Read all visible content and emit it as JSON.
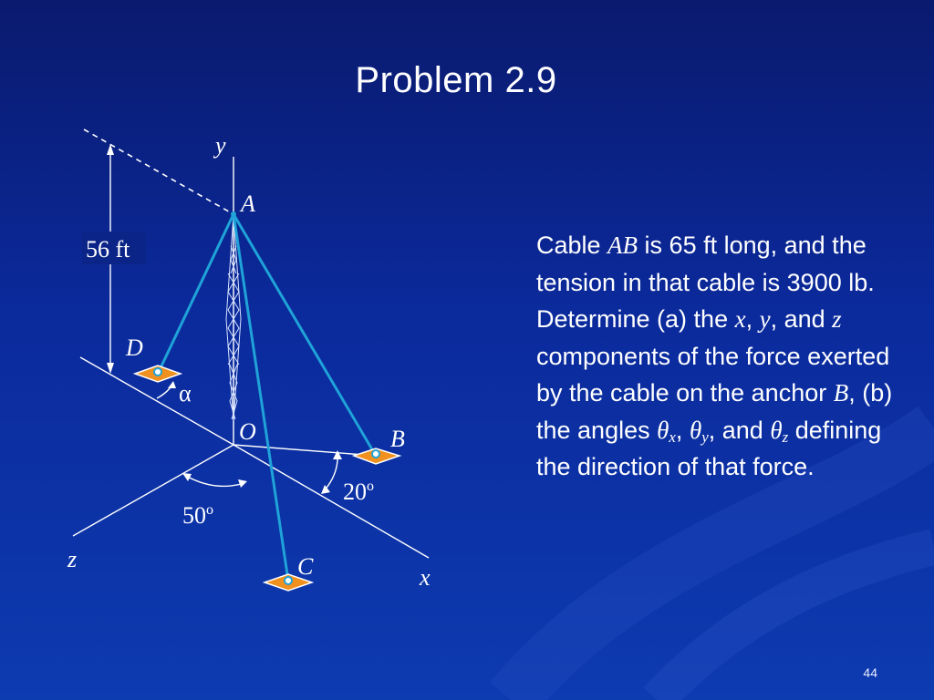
{
  "slide": {
    "title": "Problem  2.9",
    "number": "44"
  },
  "diagram": {
    "labels": {
      "y_axis": "y",
      "x_axis": "x",
      "z_axis": "z",
      "point_A": "A",
      "point_B": "B",
      "point_C": "C",
      "point_D": "D",
      "origin": "O",
      "height": "56 ft",
      "alpha": "α",
      "angle_20": "20",
      "angle_50": "50",
      "degree": "o"
    },
    "colors": {
      "cable": "#1fa3d8",
      "anchor": "#f0901e",
      "axis": "#ffffff"
    }
  },
  "problem": {
    "t1": "Cable ",
    "ab": "AB",
    "t2": " is 65 ft long, and the tension in that cable is 3900 lb.  Determine (a) the ",
    "x": "x",
    "t3": ", ",
    "y": "y",
    "t4": ", and ",
    "z": "z",
    "t5": " components of the force exerted by the cable on the anchor ",
    "b": "B",
    "t6": ", (b) the angles ",
    "theta": "θ",
    "sub_x": "x",
    "t7": ", ",
    "sub_y": "y",
    "t8": ", and ",
    "sub_z": "z",
    "t9": " defining the direction of that force."
  }
}
